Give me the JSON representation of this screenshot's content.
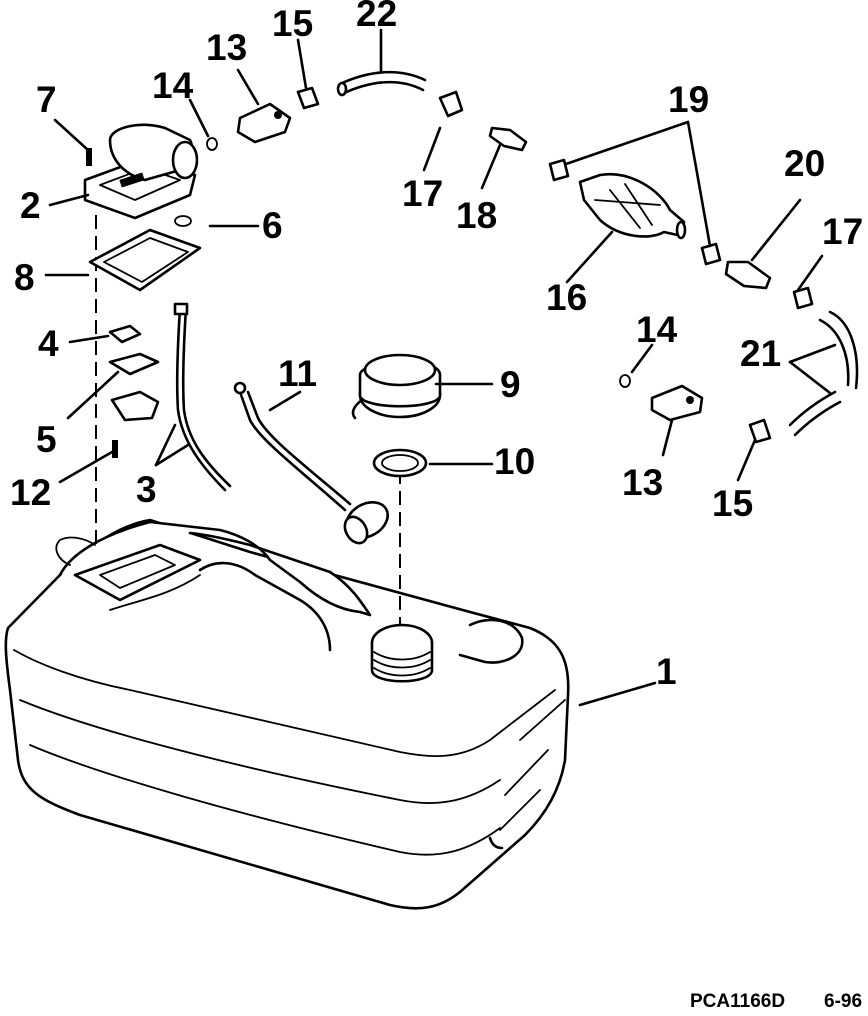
{
  "diagram": {
    "callouts": {
      "c1": "1",
      "c2": "2",
      "c3": "3",
      "c4": "4",
      "c5": "5",
      "c6": "6",
      "c7": "7",
      "c8": "8",
      "c9": "9",
      "c10": "10",
      "c11": "11",
      "c12": "12",
      "c13a": "13",
      "c13b": "13",
      "c14a": "14",
      "c14b": "14",
      "c15a": "15",
      "c15b": "15",
      "c16": "16",
      "c17a": "17",
      "c17b": "17",
      "c18": "18",
      "c19": "19",
      "c20": "20",
      "c21": "21",
      "c22": "22"
    },
    "footer": {
      "code": "PCA1166D",
      "date": "6-96"
    }
  }
}
